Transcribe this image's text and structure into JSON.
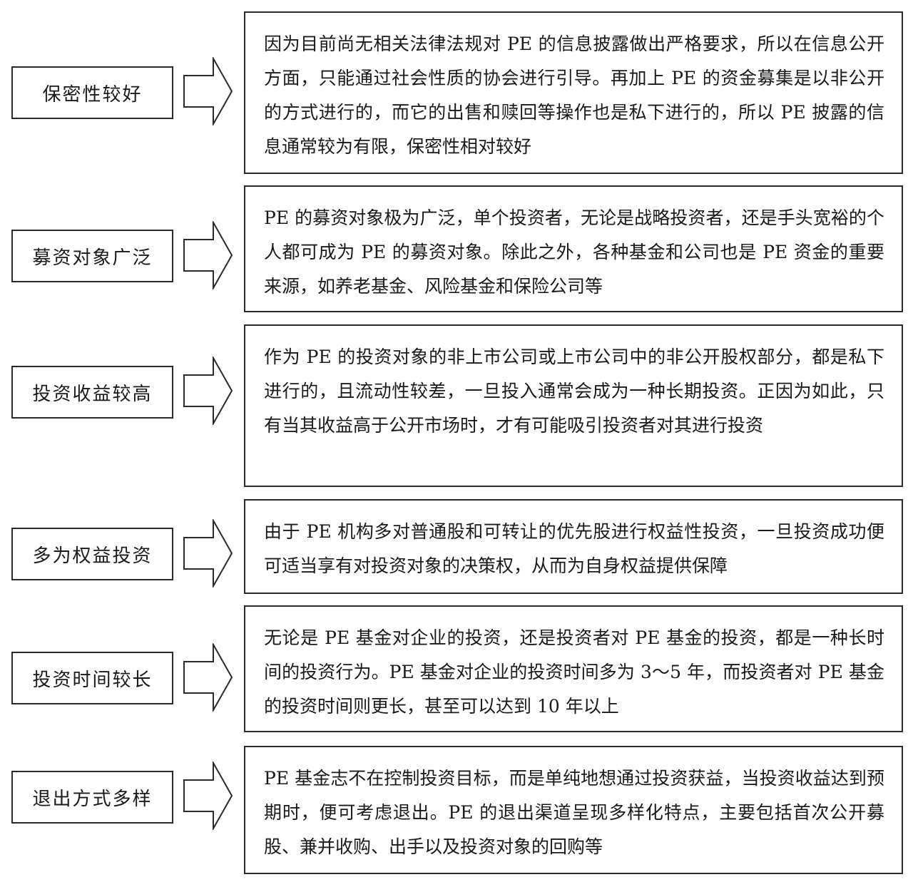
{
  "rows": [
    {
      "label": "保密性较好",
      "desc": "因为目前尚无相关法律法规对 PE 的信息披露做出严格要求，所以在信息公开方面，只能通过社会性质的协会进行引导。再加上 PE 的资金募集是以非公开的方式进行的，而它的出售和赎回等操作也是私下进行的，所以 PE 披露的信息通常较为有限，保密性相对较好"
    },
    {
      "label": "募资对象广泛",
      "desc": "PE 的募资对象极为广泛，单个投资者，无论是战略投资者，还是手头宽裕的个人都可成为 PE 的募资对象。除此之外，各种基金和公司也是 PE 资金的重要来源，如养老基金、风险基金和保险公司等"
    },
    {
      "label": "投资收益较高",
      "desc": "作为 PE 的投资对象的非上市公司或上市公司中的非公开股权部分，都是私下进行的，且流动性较差，一旦投入通常会成为一种长期投资。正因为如此，只有当其收益高于公开市场时，才有可能吸引投资者对其进行投资"
    },
    {
      "label": "多为权益投资",
      "desc": "由于 PE 机构多对普通股和可转让的优先股进行权益性投资，一旦投资成功便可适当享有对投资对象的决策权，从而为自身权益提供保障"
    },
    {
      "label": "投资时间较长",
      "desc": "无论是 PE 基金对企业的投资，还是投资者对 PE 基金的投资，都是一种长时间的投资行为。PE 基金对企业的投资时间多为 3～5 年，而投资者对 PE 基金的投资时间则更长，甚至可以达到 10 年以上"
    },
    {
      "label": "退出方式多样",
      "desc": "PE 基金志不在控制投资目标，而是单纯地想通过投资获益，当投资收益达到预期时，便可考虑退出。PE 的退出渠道呈现多样化特点，主要包括首次公开募股、兼并收购、出手以及投资对象的回购等"
    }
  ]
}
